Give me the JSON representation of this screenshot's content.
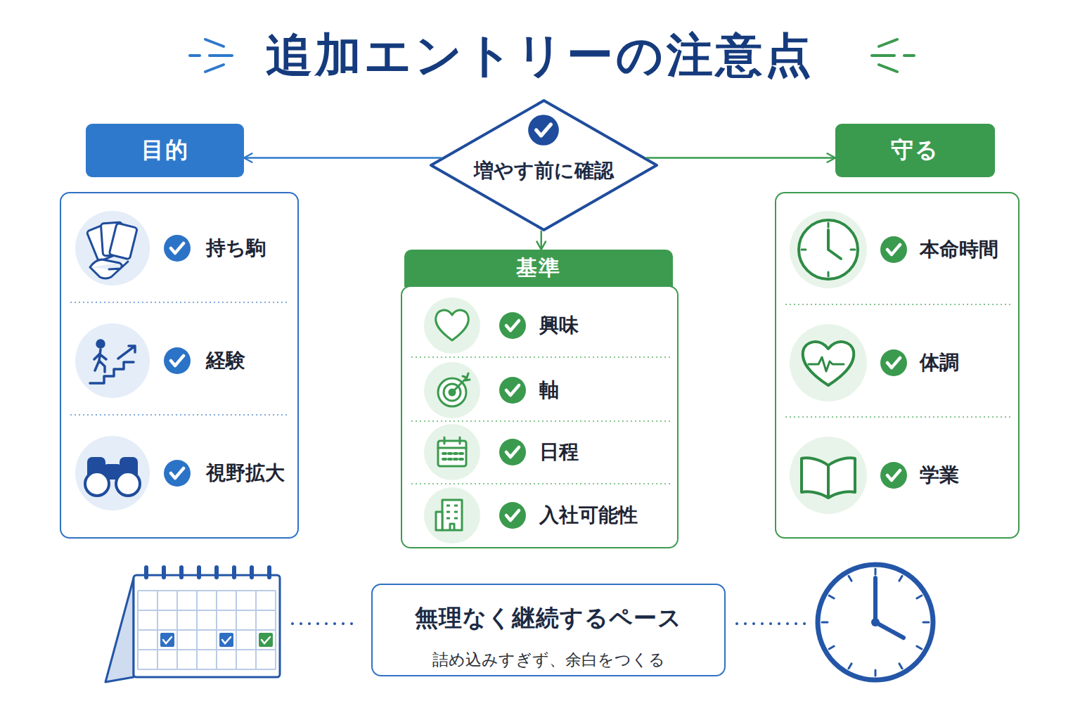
{
  "diagram": {
    "title": "追加エントリーの注意点",
    "nodes": [
      {
        "text": [
          "目的"
        ]
      },
      {
        "text": [
          "増やす前に確認"
        ]
      },
      {
        "text": [
          "守る"
        ]
      },
      {
        "text": [
          "持ち駒",
          "経験",
          "視野拡大"
        ]
      },
      {
        "text": [
          "基準"
        ]
      },
      {
        "text": [
          "興味",
          "軸",
          "日程",
          "入社可能性"
        ]
      },
      {
        "text": [
          "本命時間",
          "体調",
          "学業"
        ]
      },
      {
        "text": [
          "無理なく継続するペース",
          "詰め込みすぎず、余白をつくる"
        ]
      }
    ],
    "edges": [
      {
        "from": 1,
        "to": 0,
        "arrow": "to"
      },
      {
        "from": 1,
        "to": 2,
        "arrow": "to"
      },
      {
        "from": 1,
        "to": 4,
        "arrow": "to"
      }
    ]
  }
}
